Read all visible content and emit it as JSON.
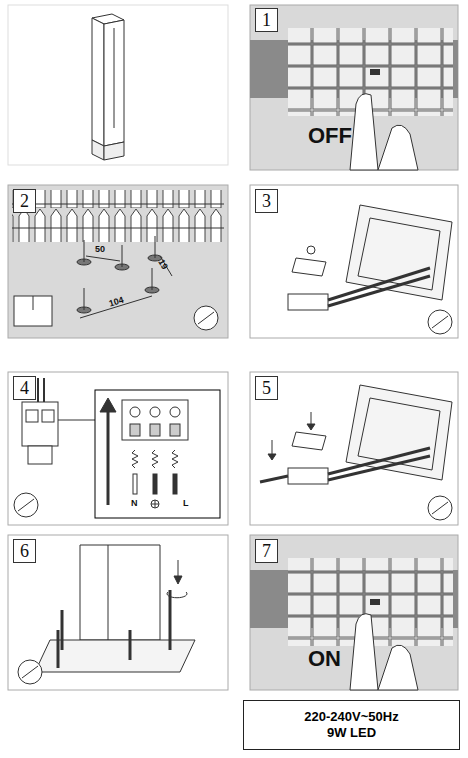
{
  "diagram": {
    "nodes": [
      {
        "text": [
          "220-240V~50Hz",
          "9W LED"
        ]
      }
    ],
    "labels": [
      "1",
      "OFF",
      "2",
      "50",
      "19",
      "104",
      "3",
      "4",
      "N",
      "L",
      "5",
      "6",
      "7",
      "ON"
    ]
  }
}
